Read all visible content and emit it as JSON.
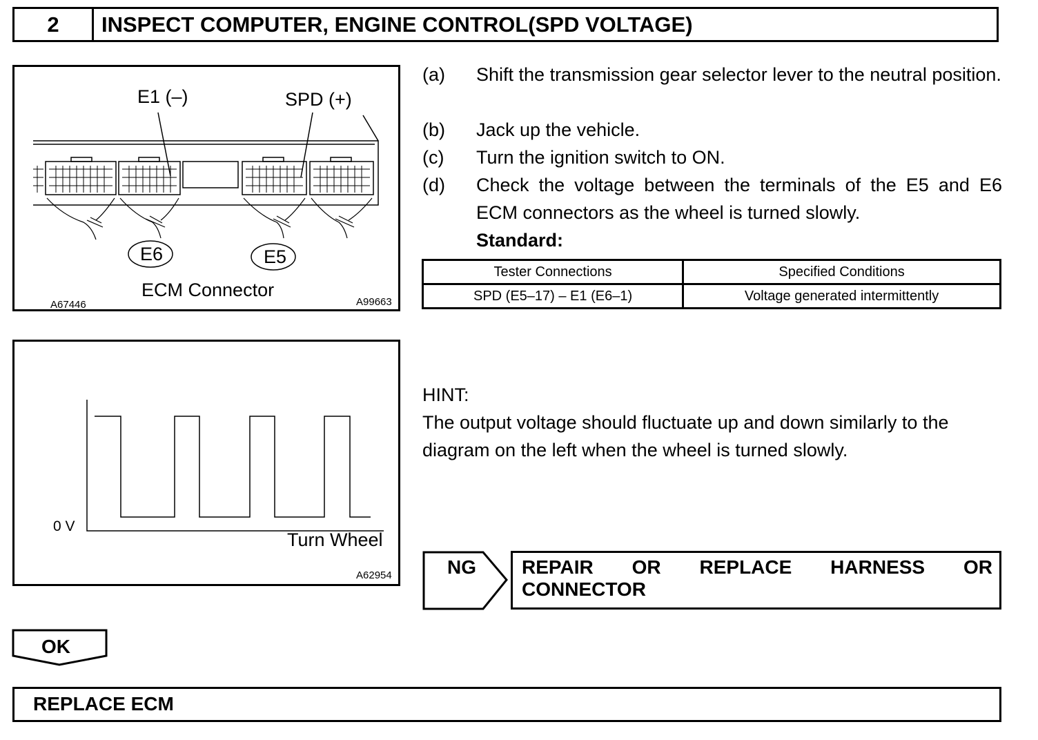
{
  "header": {
    "step_number": "2",
    "title": "INSPECT COMPUTER, ENGINE CONTROL(SPD VOLTAGE)"
  },
  "figure1": {
    "e1_label": "E1 (–)",
    "spd_label": "SPD (+)",
    "connector_e6": "E6",
    "connector_e5": "E5",
    "caption": "ECM Connector",
    "code_left": "A67446",
    "code_right": "A99663"
  },
  "steps": [
    {
      "letter": "(a)",
      "text": "Shift the transmission gear selector lever to the neutral position."
    },
    {
      "letter": "(b)",
      "text": "Jack up the vehicle."
    },
    {
      "letter": "(c)",
      "text": "Turn the ignition switch to ON."
    },
    {
      "letter": "(d)",
      "text": "Check the voltage between the terminals of the E5 and E6 ECM connectors as the wheel is turned slowly."
    }
  ],
  "standard_label": "Standard:",
  "spec_table": {
    "headers": [
      "Tester Connections",
      "Specified Conditions"
    ],
    "rows": [
      [
        "SPD (E5–17) – E1 (E6–1)",
        "Voltage generated intermittently"
      ]
    ]
  },
  "figure2": {
    "y_label": "0 V",
    "x_label": "Turn Wheel",
    "code": "A62954"
  },
  "hint": {
    "label": "HINT:",
    "line1": "The output voltage should fluctuate up and down similarly to the",
    "line2": "diagram on the left when the wheel is turned slowly."
  },
  "ng": {
    "label": "NG",
    "action_line1": "REPAIR OR REPLACE HARNESS OR",
    "action_line2": "CONNECTOR"
  },
  "ok": {
    "label": "OK",
    "action": "REPLACE ECM"
  }
}
